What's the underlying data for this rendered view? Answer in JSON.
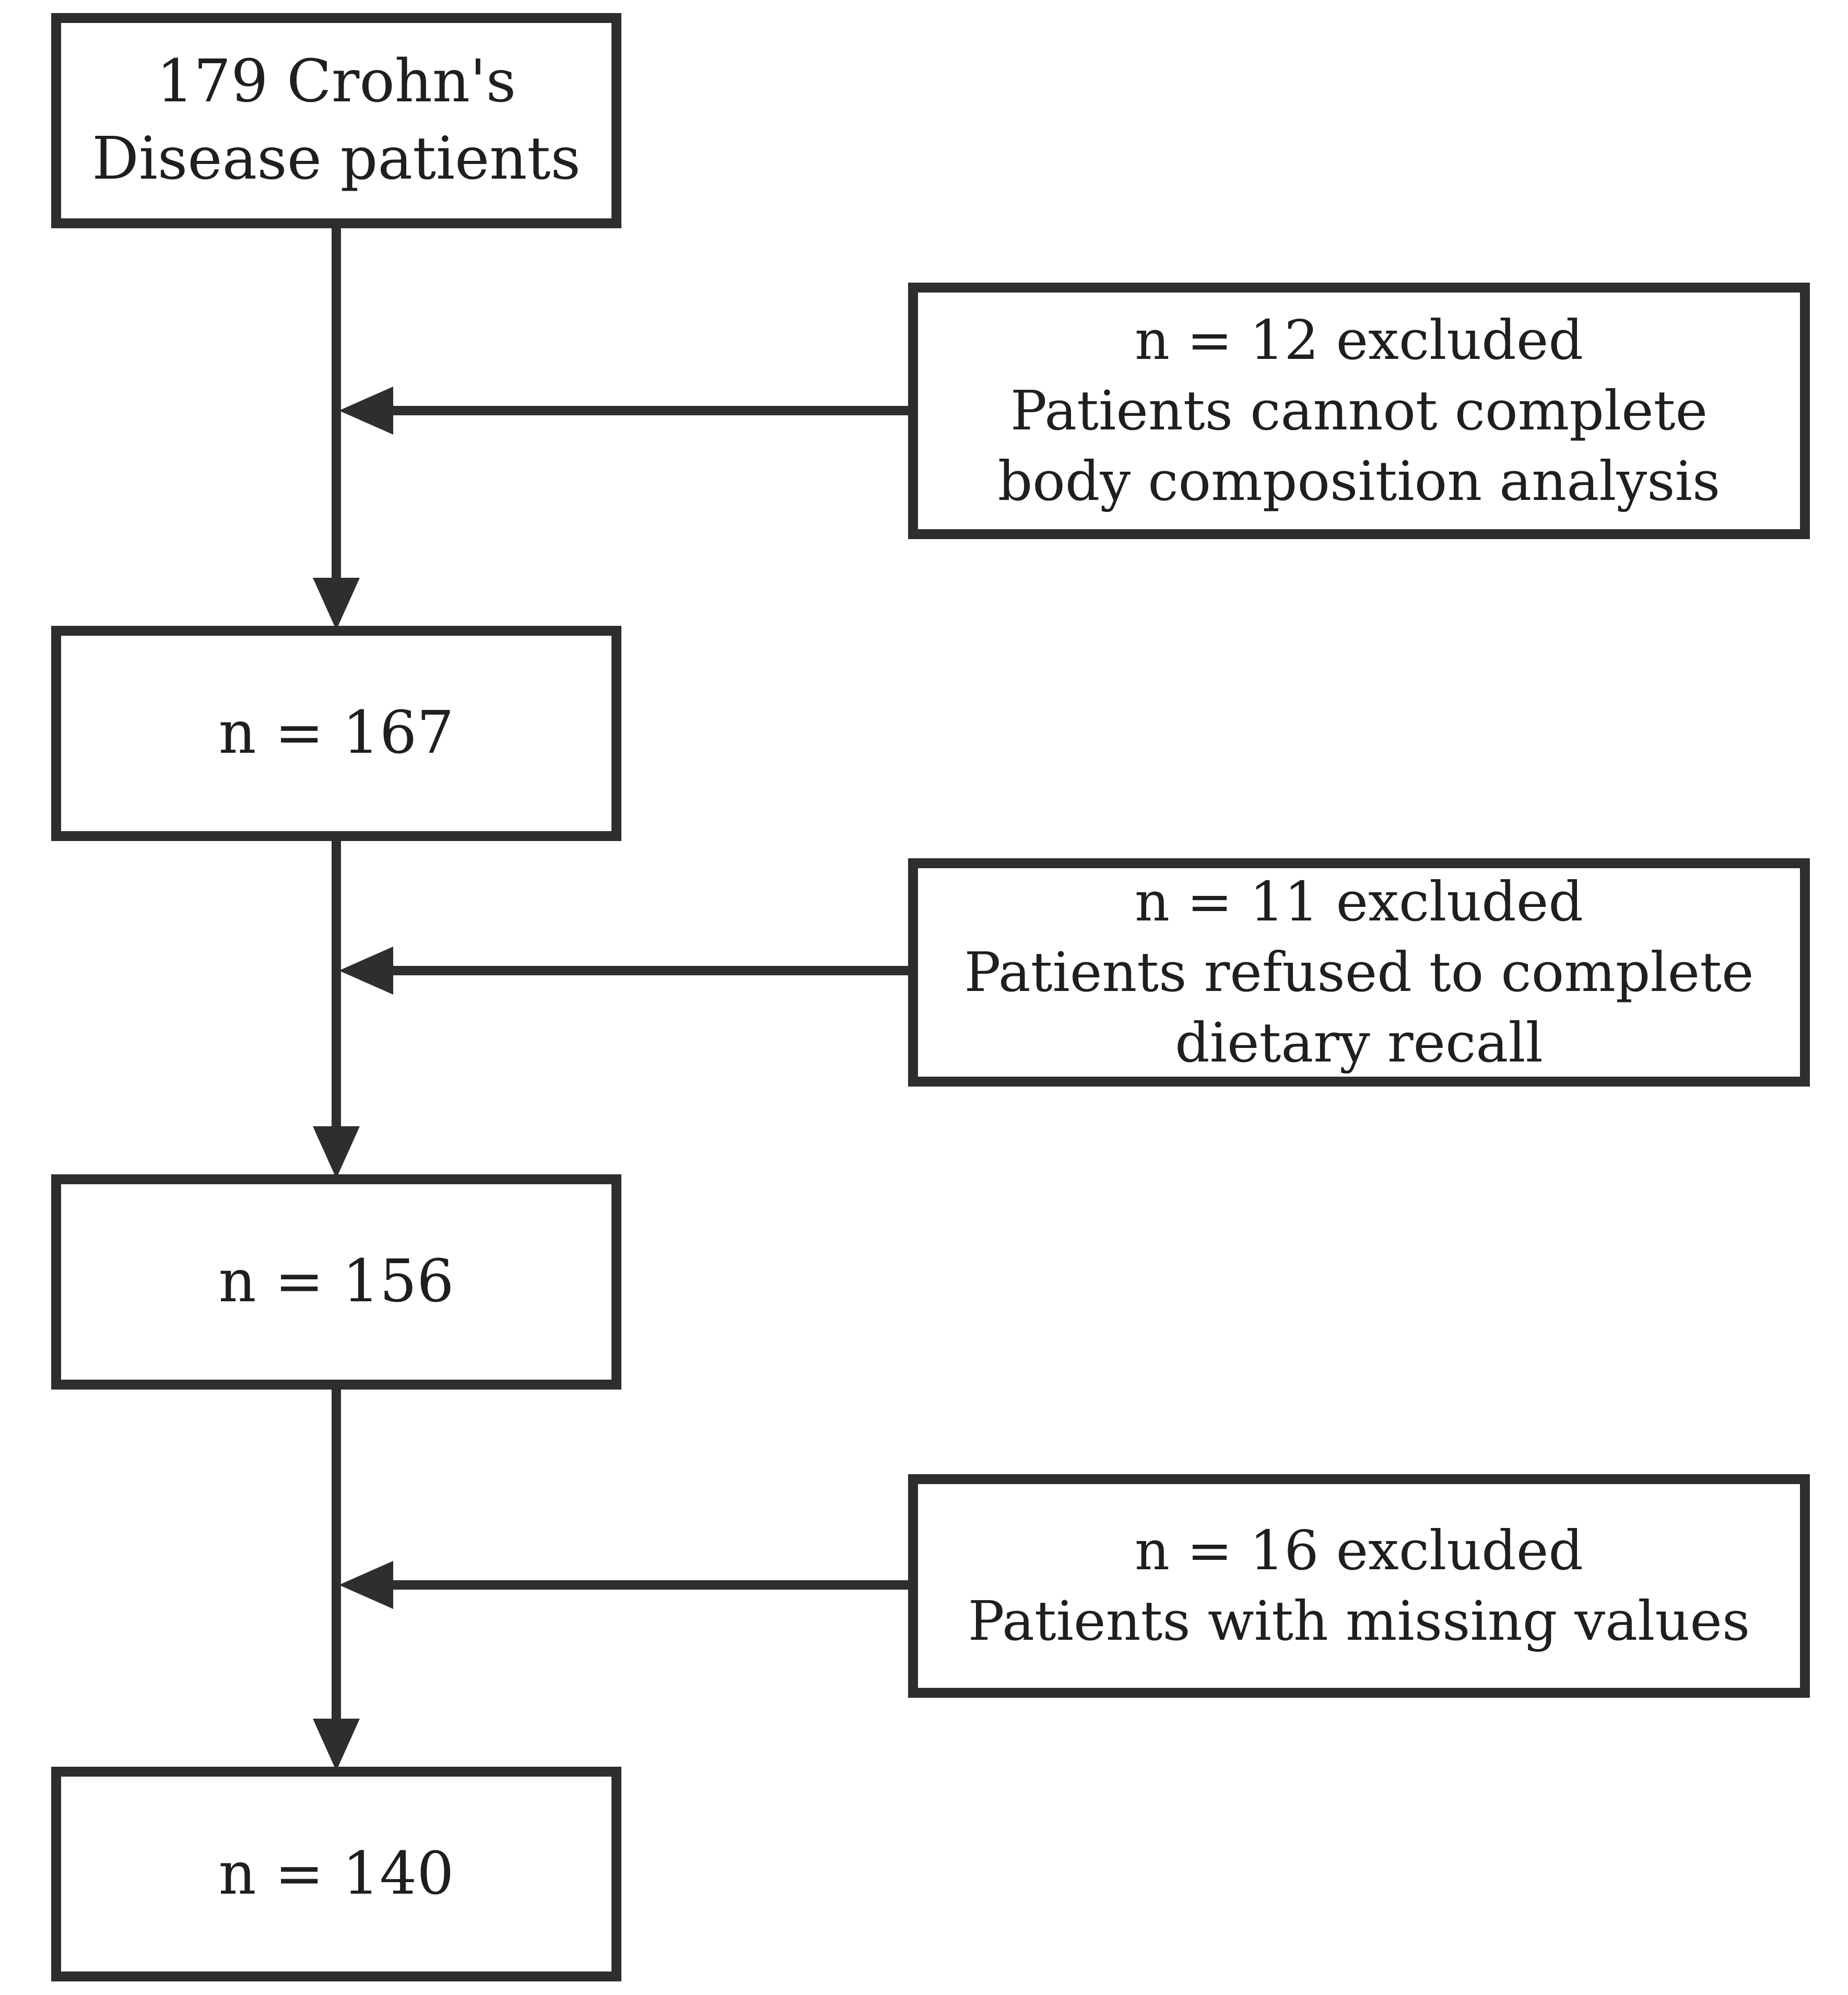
{
  "flowchart": {
    "type": "patient-exclusion-flow-diagram",
    "colors": {
      "background": "#ffffff",
      "stroke": "#2e2e2e",
      "text": "#1f1f1f"
    },
    "stages": [
      {
        "id": "initial",
        "lines": [
          "179 Crohn's",
          "Disease patients"
        ]
      },
      {
        "id": "after-body-composition-exclusion",
        "lines": [
          "n = 167"
        ]
      },
      {
        "id": "after-dietary-recall-exclusion",
        "lines": [
          "n = 156"
        ]
      },
      {
        "id": "final",
        "lines": [
          "n = 140"
        ]
      }
    ],
    "exclusions": [
      {
        "id": "exclusion-1",
        "lines": [
          "n = 12 excluded",
          "Patients cannot complete",
          "body composition analysis"
        ]
      },
      {
        "id": "exclusion-2",
        "lines": [
          "n = 11 excluded",
          "Patients refused to complete",
          "dietary recall"
        ]
      },
      {
        "id": "exclusion-3",
        "lines": [
          "n = 16 excluded",
          "Patients with missing values"
        ]
      }
    ]
  }
}
